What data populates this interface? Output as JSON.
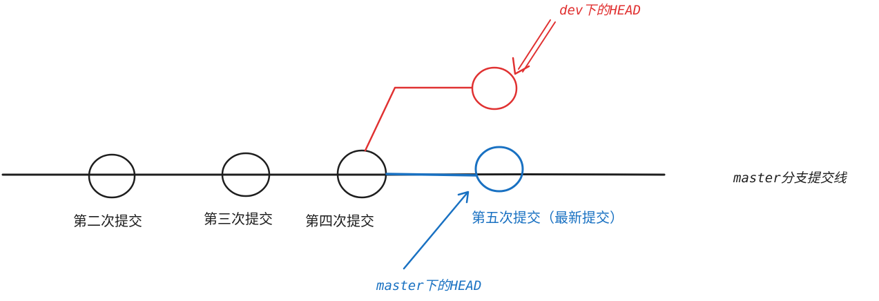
{
  "colors": {
    "main": "#1e1e1e",
    "dev": "#e03131",
    "master": "#1971c2",
    "background": "#ffffff"
  },
  "labels": {
    "branch_line": "master分支提交线",
    "commit_2": "第二次提交",
    "commit_3": "第三次提交",
    "commit_4": "第四次提交",
    "commit_5": "第五次提交（最新提交）",
    "dev_head": "dev下的HEAD",
    "master_head": "master下的HEAD"
  }
}
